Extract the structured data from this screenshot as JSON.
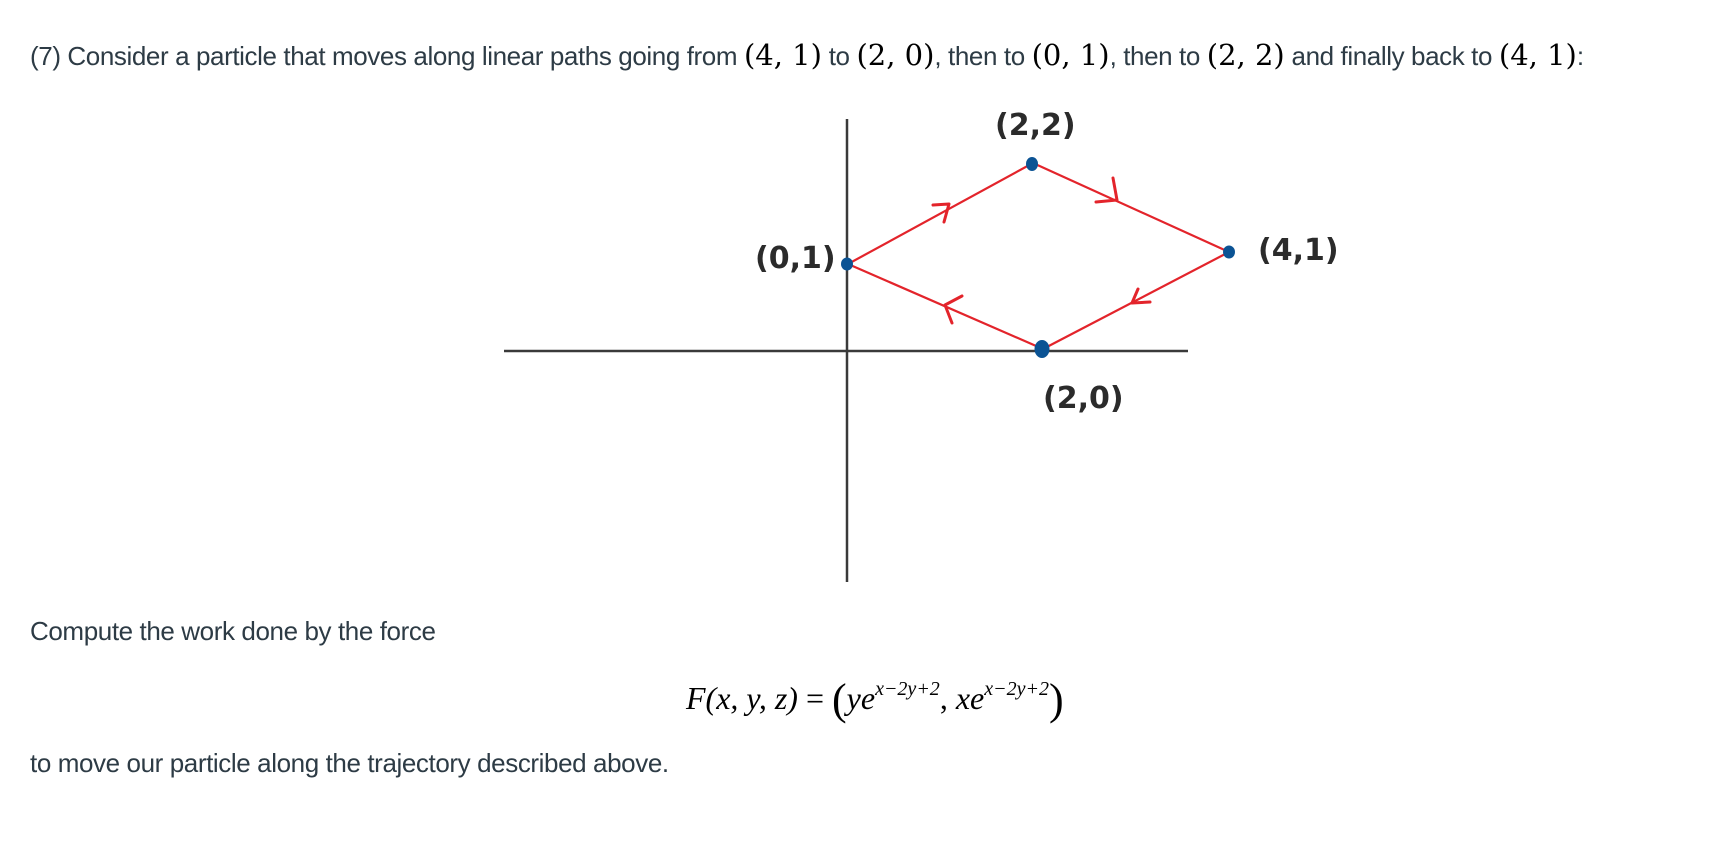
{
  "problem": {
    "number": "(7)",
    "intro_parts": {
      "p1": "(7) Consider a particle that moves along linear paths going from ",
      "pt1": "(4, 1)",
      "p2": " to ",
      "pt2": "(2, 0)",
      "p3": ", then to ",
      "pt3": "(0, 1)",
      "p4": ", then to ",
      "pt4": "(2, 2)",
      "p5": " and finally back to ",
      "pt5": "(4, 1)",
      "p6": ":"
    },
    "compute_text": "Compute the work done by the force",
    "equation": {
      "lhs": "F(x, y, z)",
      "equals": "=",
      "open": "(",
      "c1_base": "ye",
      "c1_exp": "x−2y+2",
      "sep": ",",
      "c2_base": "xe",
      "c2_exp": "x−2y+2",
      "close": ")"
    },
    "trajectory_text": "to move our particle along the trajectory described above."
  },
  "diagram": {
    "labels": {
      "p01": "(0,1)",
      "p22": "(2,2)",
      "p41": "(4,1)",
      "p20": "(2,0)"
    },
    "colors": {
      "path": "#e3242b",
      "point": "#0b5394",
      "axis": "#3a3a3a",
      "label": "#2b2b2b"
    },
    "path_order": [
      "(4,1)",
      "(2,0)",
      "(0,1)",
      "(2,2)",
      "(4,1)"
    ]
  }
}
